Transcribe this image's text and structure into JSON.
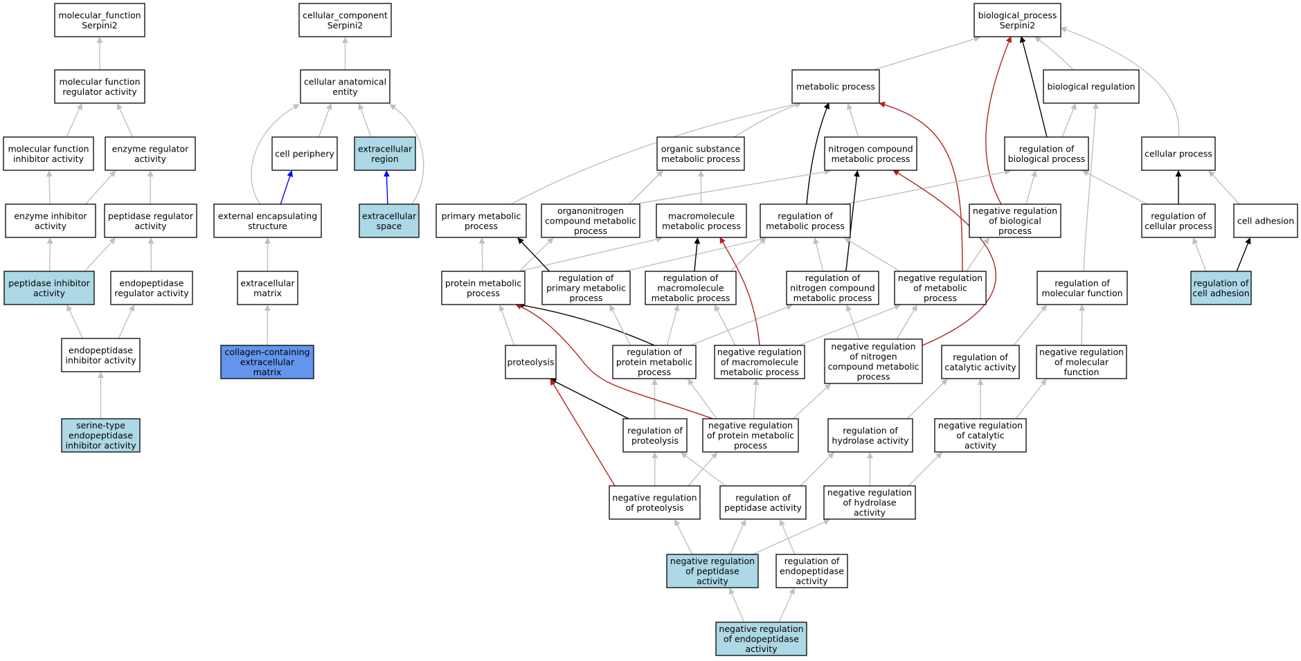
{
  "colors": {
    "white": "#ffffff",
    "light_blue": "#add8e6",
    "cornflower_blue": "#6495ed",
    "edge_gray": "#c0c0c0",
    "edge_black": "#000000",
    "edge_red": "#b22222",
    "edge_blue": "#0000ff"
  },
  "nodes": [
    {
      "id": "mf_root",
      "lines": [
        "molecular_function",
        "Serpini2"
      ],
      "fill": "white"
    },
    {
      "id": "mf_reg",
      "lines": [
        "molecular function",
        "regulator activity"
      ],
      "fill": "white"
    },
    {
      "id": "mf_inh",
      "lines": [
        "molecular function",
        "inhibitor activity"
      ],
      "fill": "white"
    },
    {
      "id": "enz_reg",
      "lines": [
        "enzyme regulator",
        "activity"
      ],
      "fill": "white"
    },
    {
      "id": "enz_inh",
      "lines": [
        "enzyme inhibitor",
        "activity"
      ],
      "fill": "white"
    },
    {
      "id": "pep_reg",
      "lines": [
        "peptidase regulator",
        "activity"
      ],
      "fill": "white"
    },
    {
      "id": "pep_inh",
      "lines": [
        "peptidase inhibitor",
        "activity"
      ],
      "fill": "light_blue"
    },
    {
      "id": "endo_reg",
      "lines": [
        "endopeptidase",
        "regulator activity"
      ],
      "fill": "white"
    },
    {
      "id": "endo_inh",
      "lines": [
        "endopeptidase",
        "inhibitor activity"
      ],
      "fill": "white"
    },
    {
      "id": "serine",
      "lines": [
        "serine-type",
        "endopeptidase",
        "inhibitor activity"
      ],
      "fill": "light_blue"
    },
    {
      "id": "cc_root",
      "lines": [
        "cellular_component",
        "Serpini2"
      ],
      "fill": "white"
    },
    {
      "id": "cae",
      "lines": [
        "cellular anatomical",
        "entity"
      ],
      "fill": "white"
    },
    {
      "id": "cell_peri",
      "lines": [
        "cell periphery"
      ],
      "fill": "white"
    },
    {
      "id": "ext_region",
      "lines": [
        "extracellular",
        "region"
      ],
      "fill": "light_blue"
    },
    {
      "id": "ext_encap",
      "lines": [
        "external encapsulating",
        "structure"
      ],
      "fill": "white"
    },
    {
      "id": "ext_space",
      "lines": [
        "extracellular",
        "space"
      ],
      "fill": "light_blue"
    },
    {
      "id": "ext_matrix",
      "lines": [
        "extracellular",
        "matrix"
      ],
      "fill": "white"
    },
    {
      "id": "collagen",
      "lines": [
        "collagen-containing",
        "extracellular",
        "matrix"
      ],
      "fill": "cornflower_blue"
    },
    {
      "id": "bp_root",
      "lines": [
        "biological_process",
        "Serpini2"
      ],
      "fill": "white"
    },
    {
      "id": "metab",
      "lines": [
        "metabolic process"
      ],
      "fill": "white"
    },
    {
      "id": "bio_reg",
      "lines": [
        "biological regulation"
      ],
      "fill": "white"
    },
    {
      "id": "org_sub",
      "lines": [
        "organic substance",
        "metabolic process"
      ],
      "fill": "white"
    },
    {
      "id": "nitro",
      "lines": [
        "nitrogen compound",
        "metabolic process"
      ],
      "fill": "white"
    },
    {
      "id": "reg_bio",
      "lines": [
        "regulation of",
        "biological process"
      ],
      "fill": "white"
    },
    {
      "id": "cell_proc",
      "lines": [
        "cellular process"
      ],
      "fill": "white"
    },
    {
      "id": "prim_met",
      "lines": [
        "primary metabolic",
        "process"
      ],
      "fill": "white"
    },
    {
      "id": "organonitro",
      "lines": [
        "organonitrogen",
        "compound metabolic",
        "process"
      ],
      "fill": "white"
    },
    {
      "id": "macro",
      "lines": [
        "macromolecule",
        "metabolic process"
      ],
      "fill": "white"
    },
    {
      "id": "reg_met",
      "lines": [
        "regulation of",
        "metabolic process"
      ],
      "fill": "white"
    },
    {
      "id": "neg_reg_bio",
      "lines": [
        "negative regulation",
        "of biological",
        "process"
      ],
      "fill": "white"
    },
    {
      "id": "reg_cell_proc",
      "lines": [
        "regulation of",
        "cellular process"
      ],
      "fill": "white"
    },
    {
      "id": "cell_adh",
      "lines": [
        "cell adhesion"
      ],
      "fill": "white"
    },
    {
      "id": "prot_met",
      "lines": [
        "protein metabolic",
        "process"
      ],
      "fill": "white"
    },
    {
      "id": "reg_prim",
      "lines": [
        "regulation of",
        "primary metabolic",
        "process"
      ],
      "fill": "white"
    },
    {
      "id": "reg_macro",
      "lines": [
        "regulation of",
        "macromolecule",
        "metabolic process"
      ],
      "fill": "white"
    },
    {
      "id": "reg_nitro",
      "lines": [
        "regulation of",
        "nitrogen compound",
        "metabolic process"
      ],
      "fill": "white"
    },
    {
      "id": "neg_reg_met",
      "lines": [
        "negative regulation",
        "of metabolic",
        "process"
      ],
      "fill": "white"
    },
    {
      "id": "reg_mol_fn",
      "lines": [
        "regulation of",
        "molecular function"
      ],
      "fill": "white"
    },
    {
      "id": "reg_cell_adh",
      "lines": [
        "regulation of",
        "cell adhesion"
      ],
      "fill": "light_blue"
    },
    {
      "id": "proteolysis",
      "lines": [
        "proteolysis"
      ],
      "fill": "white"
    },
    {
      "id": "reg_prot_met",
      "lines": [
        "regulation of",
        "protein metabolic",
        "process"
      ],
      "fill": "white"
    },
    {
      "id": "neg_reg_macro",
      "lines": [
        "negative regulation",
        "of macromolecule",
        "metabolic process"
      ],
      "fill": "white"
    },
    {
      "id": "neg_reg_nitro",
      "lines": [
        "negative regulation",
        "of nitrogen",
        "compound metabolic",
        "process"
      ],
      "fill": "white"
    },
    {
      "id": "reg_cat",
      "lines": [
        "regulation of",
        "catalytic activity"
      ],
      "fill": "white"
    },
    {
      "id": "neg_reg_mol_fn",
      "lines": [
        "negative regulation",
        "of molecular",
        "function"
      ],
      "fill": "white"
    },
    {
      "id": "reg_proteolysis",
      "lines": [
        "regulation of",
        "proteolysis"
      ],
      "fill": "white"
    },
    {
      "id": "neg_reg_prot_met",
      "lines": [
        "negative regulation",
        "of protein metabolic",
        "process"
      ],
      "fill": "white"
    },
    {
      "id": "reg_hydro",
      "lines": [
        "regulation of",
        "hydrolase activity"
      ],
      "fill": "white"
    },
    {
      "id": "neg_reg_cat",
      "lines": [
        "negative regulation",
        "of catalytic",
        "activity"
      ],
      "fill": "white"
    },
    {
      "id": "neg_reg_proteolysis",
      "lines": [
        "negative regulation",
        "of proteolysis"
      ],
      "fill": "white"
    },
    {
      "id": "reg_pep",
      "lines": [
        "regulation of",
        "peptidase activity"
      ],
      "fill": "white"
    },
    {
      "id": "neg_reg_hydro",
      "lines": [
        "negative regulation",
        "of hydrolase",
        "activity"
      ],
      "fill": "white"
    },
    {
      "id": "neg_reg_pep",
      "lines": [
        "negative regulation",
        "of peptidase",
        "activity"
      ],
      "fill": "light_blue"
    },
    {
      "id": "reg_endo",
      "lines": [
        "regulation of",
        "endopeptidase",
        "activity"
      ],
      "fill": "white"
    },
    {
      "id": "neg_reg_endo",
      "lines": [
        "negative regulation",
        "of endopeptidase",
        "activity"
      ],
      "fill": "light_blue"
    }
  ],
  "edges": [
    {
      "from": "mf_reg",
      "to": "mf_root",
      "color": "edge_gray"
    },
    {
      "from": "mf_inh",
      "to": "mf_reg",
      "color": "edge_gray"
    },
    {
      "from": "enz_reg",
      "to": "mf_reg",
      "color": "edge_gray"
    },
    {
      "from": "enz_inh",
      "to": "mf_inh",
      "color": "edge_gray"
    },
    {
      "from": "enz_inh",
      "to": "enz_reg",
      "color": "edge_gray"
    },
    {
      "from": "pep_reg",
      "to": "enz_reg",
      "color": "edge_gray"
    },
    {
      "from": "pep_inh",
      "to": "enz_inh",
      "color": "edge_gray"
    },
    {
      "from": "pep_inh",
      "to": "pep_reg",
      "color": "edge_gray"
    },
    {
      "from": "endo_reg",
      "to": "pep_reg",
      "color": "edge_gray"
    },
    {
      "from": "endo_inh",
      "to": "pep_inh",
      "color": "edge_gray"
    },
    {
      "from": "endo_inh",
      "to": "endo_reg",
      "color": "edge_gray"
    },
    {
      "from": "serine",
      "to": "endo_inh",
      "color": "edge_gray"
    },
    {
      "from": "cae",
      "to": "cc_root",
      "color": "edge_gray"
    },
    {
      "from": "cell_peri",
      "to": "cae",
      "color": "edge_gray"
    },
    {
      "from": "ext_region",
      "to": "cae",
      "color": "edge_gray"
    },
    {
      "from": "ext_encap",
      "to": "cae",
      "color": "edge_gray"
    },
    {
      "from": "ext_encap",
      "to": "cell_peri",
      "color": "edge_blue"
    },
    {
      "from": "ext_space",
      "to": "ext_region",
      "color": "edge_blue"
    },
    {
      "from": "ext_space",
      "to": "cae",
      "color": "edge_gray"
    },
    {
      "from": "ext_matrix",
      "to": "ext_encap",
      "color": "edge_gray"
    },
    {
      "from": "collagen",
      "to": "ext_matrix",
      "color": "edge_gray"
    },
    {
      "from": "metab",
      "to": "bp_root",
      "color": "edge_gray"
    },
    {
      "from": "bio_reg",
      "to": "bp_root",
      "color": "edge_gray"
    },
    {
      "from": "cell_proc",
      "to": "bp_root",
      "color": "edge_gray"
    },
    {
      "from": "reg_bio",
      "to": "bp_root",
      "color": "edge_black"
    },
    {
      "from": "neg_reg_bio",
      "to": "bp_root",
      "color": "edge_red"
    },
    {
      "from": "org_sub",
      "to": "metab",
      "color": "edge_gray"
    },
    {
      "from": "nitro",
      "to": "metab",
      "color": "edge_gray"
    },
    {
      "from": "prim_met",
      "to": "metab",
      "color": "edge_gray"
    },
    {
      "from": "reg_met",
      "to": "metab",
      "color": "edge_black"
    },
    {
      "from": "neg_reg_met",
      "to": "metab",
      "color": "edge_red"
    },
    {
      "from": "reg_bio",
      "to": "bio_reg",
      "color": "edge_gray"
    },
    {
      "from": "reg_mol_fn",
      "to": "bio_reg",
      "color": "edge_gray"
    },
    {
      "from": "organonitro",
      "to": "org_sub",
      "color": "edge_gray"
    },
    {
      "from": "organonitro",
      "to": "nitro",
      "color": "edge_gray"
    },
    {
      "from": "macro",
      "to": "org_sub",
      "color": "edge_gray"
    },
    {
      "from": "reg_met",
      "to": "reg_bio",
      "color": "edge_gray"
    },
    {
      "from": "neg_reg_bio",
      "to": "reg_bio",
      "color": "edge_gray"
    },
    {
      "from": "reg_cell_proc",
      "to": "reg_bio",
      "color": "edge_gray"
    },
    {
      "from": "reg_cell_proc",
      "to": "cell_proc",
      "color": "edge_black"
    },
    {
      "from": "cell_adh",
      "to": "cell_proc",
      "color": "edge_gray"
    },
    {
      "from": "prot_met",
      "to": "prim_met",
      "color": "edge_gray"
    },
    {
      "from": "prot_met",
      "to": "organonitro",
      "color": "edge_gray"
    },
    {
      "from": "prot_met",
      "to": "macro",
      "color": "edge_gray"
    },
    {
      "from": "reg_prim",
      "to": "prim_met",
      "color": "edge_black"
    },
    {
      "from": "reg_prim",
      "to": "reg_met",
      "color": "edge_gray"
    },
    {
      "from": "reg_macro",
      "to": "macro",
      "color": "edge_black"
    },
    {
      "from": "reg_macro",
      "to": "reg_met",
      "color": "edge_gray"
    },
    {
      "from": "reg_nitro",
      "to": "nitro",
      "color": "edge_black"
    },
    {
      "from": "reg_nitro",
      "to": "reg_met",
      "color": "edge_gray"
    },
    {
      "from": "neg_reg_met",
      "to": "reg_met",
      "color": "edge_gray"
    },
    {
      "from": "neg_reg_met",
      "to": "neg_reg_bio",
      "color": "edge_gray"
    },
    {
      "from": "reg_cell_adh",
      "to": "reg_cell_proc",
      "color": "edge_gray"
    },
    {
      "from": "reg_cell_adh",
      "to": "cell_adh",
      "color": "edge_black"
    },
    {
      "from": "proteolysis",
      "to": "prot_met",
      "color": "edge_gray"
    },
    {
      "from": "reg_prot_met",
      "to": "prot_met",
      "color": "edge_black"
    },
    {
      "from": "reg_prot_met",
      "to": "reg_prim",
      "color": "edge_gray"
    },
    {
      "from": "reg_prot_met",
      "to": "reg_macro",
      "color": "edge_gray"
    },
    {
      "from": "reg_prot_met",
      "to": "reg_nitro",
      "color": "edge_gray"
    },
    {
      "from": "neg_reg_macro",
      "to": "macro",
      "color": "edge_red"
    },
    {
      "from": "neg_reg_macro",
      "to": "reg_macro",
      "color": "edge_gray"
    },
    {
      "from": "neg_reg_macro",
      "to": "neg_reg_met",
      "color": "edge_gray"
    },
    {
      "from": "neg_reg_nitro",
      "to": "nitro",
      "color": "edge_red"
    },
    {
      "from": "neg_reg_nitro",
      "to": "reg_nitro",
      "color": "edge_gray"
    },
    {
      "from": "neg_reg_nitro",
      "to": "neg_reg_met",
      "color": "edge_gray"
    },
    {
      "from": "reg_cat",
      "to": "reg_mol_fn",
      "color": "edge_gray"
    },
    {
      "from": "neg_reg_mol_fn",
      "to": "reg_mol_fn",
      "color": "edge_gray"
    },
    {
      "from": "reg_proteolysis",
      "to": "proteolysis",
      "color": "edge_black"
    },
    {
      "from": "reg_proteolysis",
      "to": "reg_prot_met",
      "color": "edge_gray"
    },
    {
      "from": "neg_reg_prot_met",
      "to": "prot_met",
      "color": "edge_red"
    },
    {
      "from": "neg_reg_prot_met",
      "to": "reg_prot_met",
      "color": "edge_gray"
    },
    {
      "from": "neg_reg_prot_met",
      "to": "neg_reg_macro",
      "color": "edge_gray"
    },
    {
      "from": "neg_reg_prot_met",
      "to": "neg_reg_nitro",
      "color": "edge_gray"
    },
    {
      "from": "reg_hydro",
      "to": "reg_cat",
      "color": "edge_gray"
    },
    {
      "from": "neg_reg_cat",
      "to": "reg_cat",
      "color": "edge_gray"
    },
    {
      "from": "neg_reg_cat",
      "to": "neg_reg_mol_fn",
      "color": "edge_gray"
    },
    {
      "from": "neg_reg_proteolysis",
      "to": "proteolysis",
      "color": "edge_red"
    },
    {
      "from": "neg_reg_proteolysis",
      "to": "reg_proteolysis",
      "color": "edge_gray"
    },
    {
      "from": "neg_reg_proteolysis",
      "to": "neg_reg_prot_met",
      "color": "edge_gray"
    },
    {
      "from": "reg_pep",
      "to": "reg_proteolysis",
      "color": "edge_gray"
    },
    {
      "from": "reg_pep",
      "to": "reg_hydro",
      "color": "edge_gray"
    },
    {
      "from": "neg_reg_hydro",
      "to": "reg_hydro",
      "color": "edge_gray"
    },
    {
      "from": "neg_reg_hydro",
      "to": "neg_reg_cat",
      "color": "edge_gray"
    },
    {
      "from": "neg_reg_pep",
      "to": "neg_reg_proteolysis",
      "color": "edge_gray"
    },
    {
      "from": "neg_reg_pep",
      "to": "reg_pep",
      "color": "edge_gray"
    },
    {
      "from": "neg_reg_pep",
      "to": "neg_reg_hydro",
      "color": "edge_gray"
    },
    {
      "from": "reg_endo",
      "to": "reg_pep",
      "color": "edge_gray"
    },
    {
      "from": "neg_reg_endo",
      "to": "neg_reg_pep",
      "color": "edge_gray"
    },
    {
      "from": "neg_reg_endo",
      "to": "reg_endo",
      "color": "edge_gray"
    }
  ]
}
